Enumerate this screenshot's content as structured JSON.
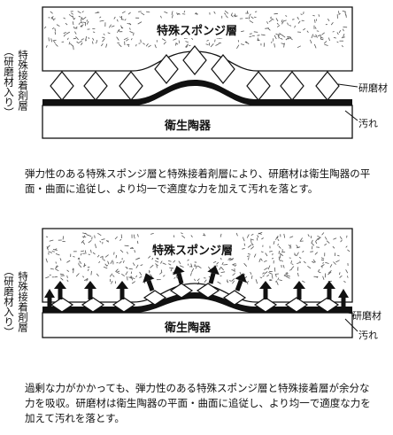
{
  "panel1": {
    "sponge_label": "特殊スポンジ層",
    "substrate_label": "衛生陶器",
    "side_label_main": "特殊接着剤層",
    "side_label_sub": "（研磨材入り）",
    "abrasive_label": "研磨材",
    "dirt_label": "汚れ",
    "caption": "弾力性のある特殊スポンジ層と特殊接着剤層により、研磨材は衛生陶器の平面・曲面に追従し、より均一で適度な力を加えて汚れを落とす。"
  },
  "panel2": {
    "sponge_label": "特殊スポンジ層",
    "substrate_label": "衛生陶器",
    "side_label_main": "特殊接着剤層",
    "side_label_sub": "（研磨材入り）",
    "abrasive_label": "研磨材",
    "dirt_label": "汚れ",
    "caption": "過剰な力がかかっても、弾力性のある特殊スポンジ層と特殊接着層が余分な力を吸収。研磨材は衛生陶器の平面・曲面に追従し、より均一で適度な力を加えて汚れを落とす。"
  },
  "colors": {
    "ink": "#111111",
    "adhesive": "#111111",
    "speckle": "#555555"
  }
}
